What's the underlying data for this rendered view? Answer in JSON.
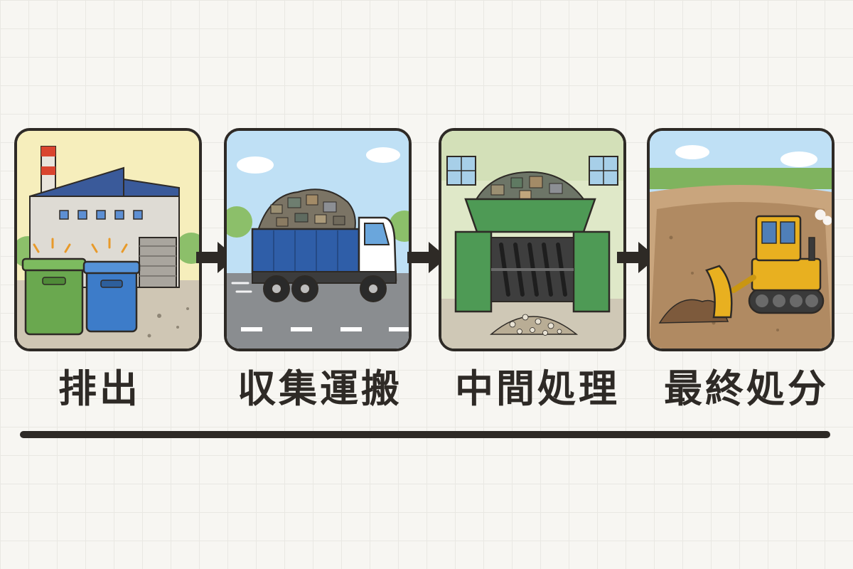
{
  "steps": [
    {
      "label": "排出",
      "icon": "factory-trash-bins-icon"
    },
    {
      "label": "収集運搬",
      "icon": "dump-truck-icon"
    },
    {
      "label": "中間処理",
      "icon": "shredder-machine-icon"
    },
    {
      "label": "最終処分",
      "icon": "landfill-bulldozer-icon"
    }
  ],
  "colors": {
    "outline": "#2e2a26",
    "bin_green": "#6aa84f",
    "bin_blue": "#3d7cc9",
    "truck_blue": "#2f5ea8",
    "machine_green": "#4e9a55",
    "bulldozer_yellow": "#e8b020",
    "sky": "#bfe0f5",
    "soil": "#b08a62"
  }
}
